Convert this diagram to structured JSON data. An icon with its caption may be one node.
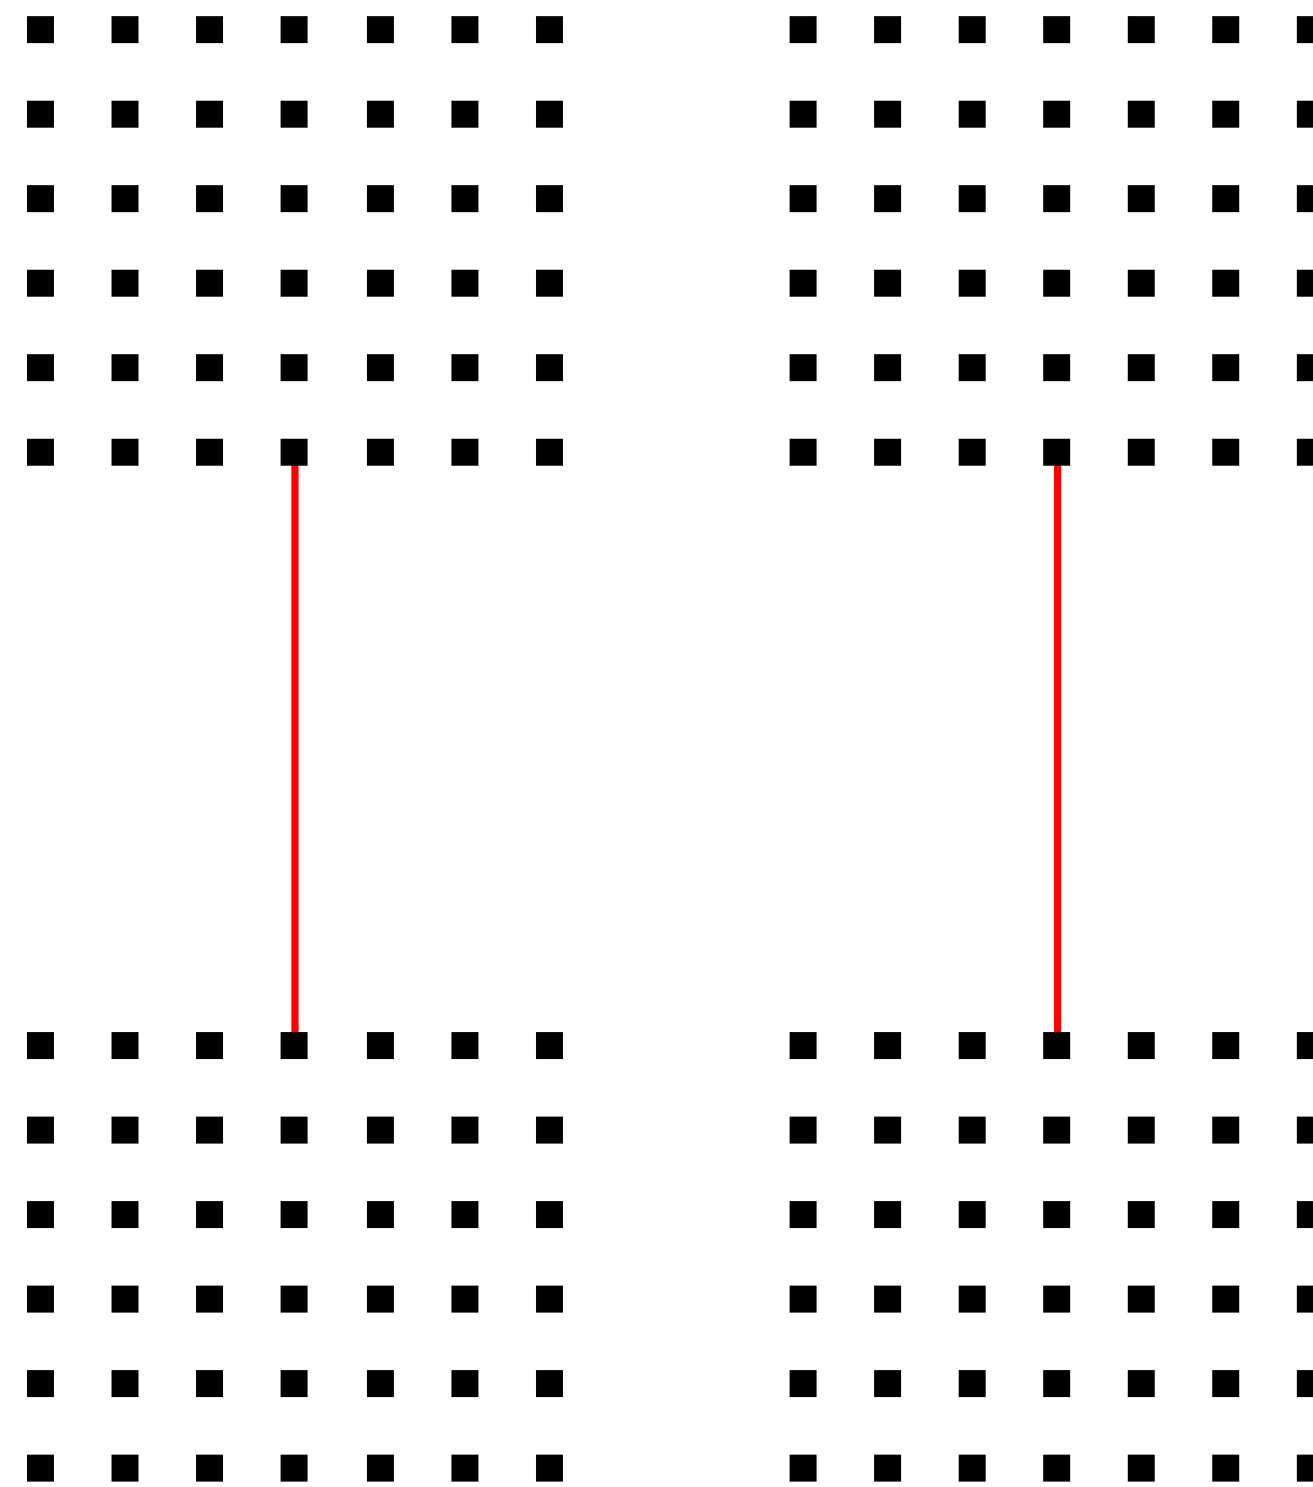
{
  "diagram": {
    "nodes": [
      {
        "text": [],
        "shape": "box"
      },
      {
        "text": [],
        "shape": "box"
      },
      {
        "text": [],
        "shape": "box"
      },
      {
        "text": [],
        "shape": "box"
      }
    ],
    "edges": [
      {
        "from": 0,
        "to": 1,
        "arrow": "none"
      },
      {
        "from": 2,
        "to": 3,
        "arrow": "none"
      }
    ]
  }
}
